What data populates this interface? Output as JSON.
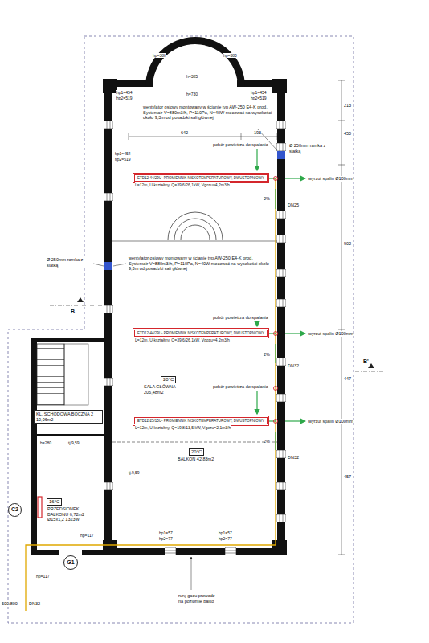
{
  "diagram": {
    "nodes": [
      {
        "text": [
          "20°C",
          "SALA GŁÓWNA 206,48m2"
        ]
      },
      {
        "text": [
          "20°C",
          "BALKON 42,83m2"
        ]
      },
      {
        "text": [
          "16°C",
          "PRZEDSIONEK BALKONU 6,72m2 Ø15x1,2 1323W"
        ]
      },
      {
        "text": [
          "KL. SCHODOWA BOCZNA 2 10,06m2"
        ]
      },
      {
        "text": [
          "ETD12-44/29U- PROMIENNIK NISKOTEMPERATUROWY, DWUSTOPNIOWY",
          "L=12m, U-kształtny, Q=39,6/26,1kW, Vgozu=4,2m3/h"
        ]
      },
      {
        "text": [
          "ETD12-44/29U- PROMIENNIK NISKOTEMPERATUROWY, DWUSTOPNIOWY",
          "L=12m, U-kształtny, Q=39,6/26,1kW, Vgozu=4,2m3/h"
        ]
      },
      {
        "text": [
          "ETD12-25/15U- PROMIENNIK NISKOTEMPERATUROWY, DWUSTOPNIOWY",
          "L=12m, U-kształtny, Q=19,8/13,5 kW, Vgozu=2,1m3/h"
        ]
      },
      {
        "text": [
          "C2"
        ]
      },
      {
        "text": [
          "G1"
        ]
      }
    ],
    "labels": [
      "hp=380",
      "hp=380",
      "h=385",
      "h=730",
      "hp1=454",
      "hp2=519",
      "hp1=454",
      "hp2=519",
      "hp1=454",
      "hp2=519",
      "wentylator osiowy montowany w ścianie typ AW-250 E4-K prod. Systemair V=880m3/h, P=110Pa, N=40W mocować na wysokości około 9,3m od posadzki sali głównej",
      "Ø 250mm ramka z siatką",
      "642",
      "193",
      "pobór powietrza do spalania",
      "213",
      "450",
      "wyrzut spalin Ø100mm",
      "2%",
      "DN25",
      "Ø 250mm ramka z siatką",
      "wentylator osiowy montowany w ścianie typ AW-250 E4-K prod. Systemair V=880m3/h, P=110Pa, N=40W mocować na wysokości około 9,3m od posadzki sali głównej",
      "902",
      "pobór powietrza do spalania",
      "wyrzut spalin Ø100mm",
      "2%",
      "DN32",
      "447",
      "pobór powietrza do spalania",
      "2%",
      "wyrzut spalin Ø100mm",
      "DN32",
      "457",
      "B",
      "B'",
      "h=280",
      "tj.9,59",
      "tj.9,59",
      "hp1=57",
      "hp2=77",
      "hp1=57",
      "hp2=77",
      "hp=117",
      "hp=117",
      "DN32",
      "500/800",
      "rurę gazu prowadz",
      "na poziomie balko"
    ]
  }
}
